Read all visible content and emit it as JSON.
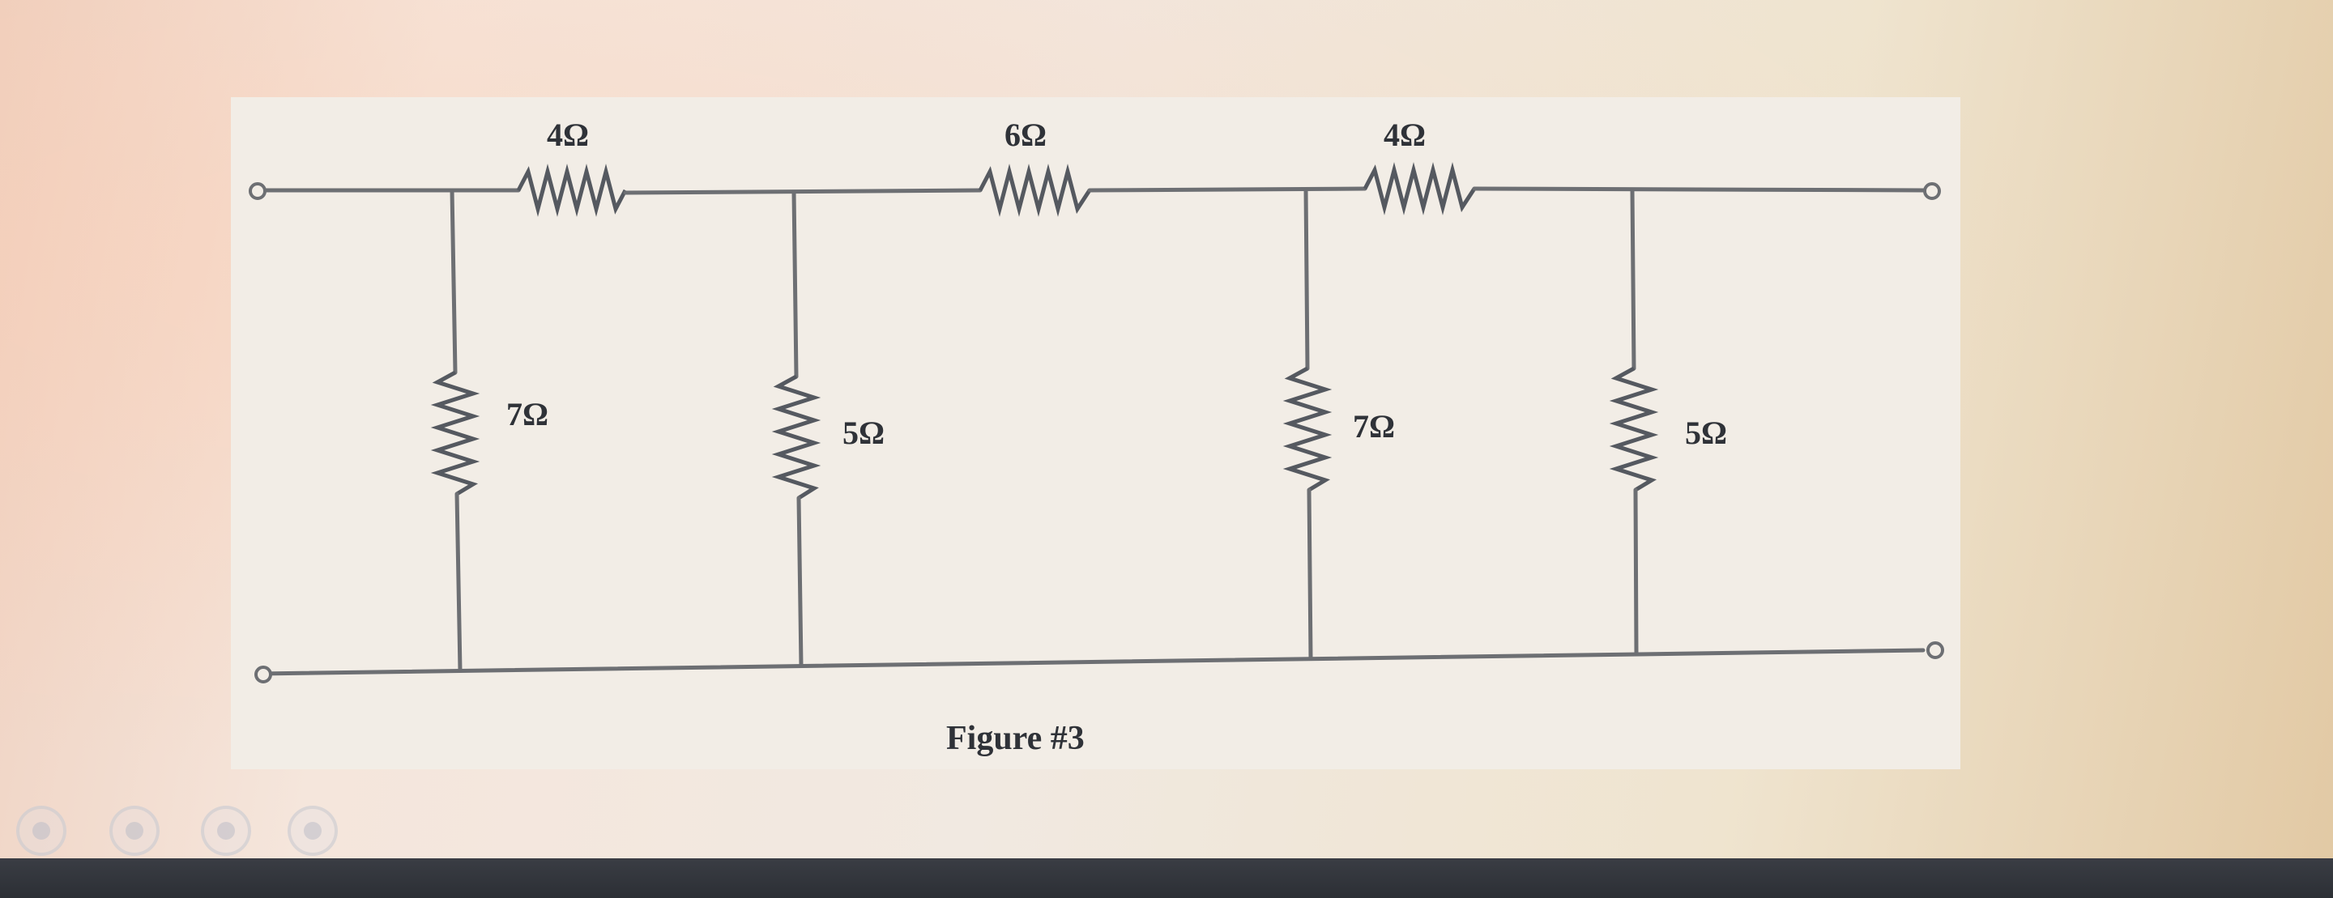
{
  "figure": {
    "caption": "Figure #3",
    "resistors": [
      {
        "id": "top-1",
        "label": "4Ω"
      },
      {
        "id": "top-2",
        "label": "6Ω"
      },
      {
        "id": "top-3",
        "label": "4Ω"
      },
      {
        "id": "shunt-1",
        "label": "7Ω"
      },
      {
        "id": "shunt-2",
        "label": "5Ω"
      },
      {
        "id": "shunt-3",
        "label": "7Ω"
      },
      {
        "id": "shunt-4",
        "label": "5Ω"
      }
    ]
  },
  "overlay_icons": [
    "record-icon",
    "camera-icon",
    "stop-icon",
    "mic-icon"
  ]
}
